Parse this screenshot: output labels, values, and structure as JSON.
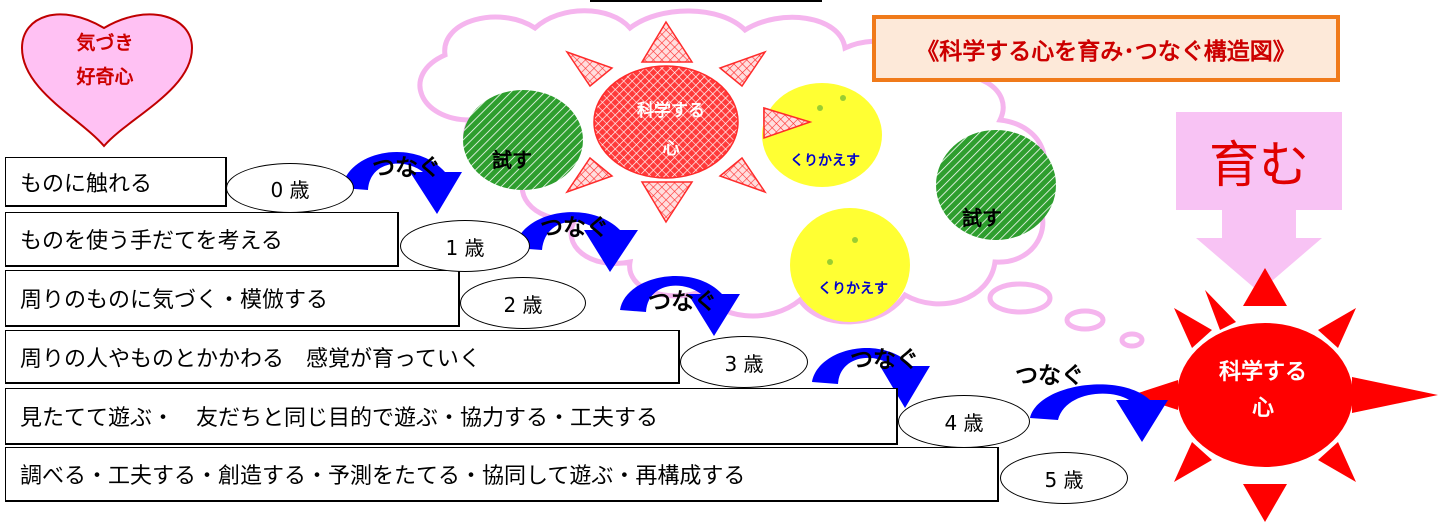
{
  "title": "《科学する心を育み･つなぐ構造図》",
  "heart": {
    "line1": "気づき",
    "line2": "好奇心"
  },
  "sun_small": {
    "line1": "科学する",
    "line2": "心"
  },
  "sun_big": {
    "line1": "科学する",
    "line2": "心"
  },
  "ikumu": "育む",
  "cloud_labels": {
    "tamesu_1": "試す",
    "kurikaesu_1": "くりかえす",
    "tamesu_2": "試す",
    "kurikaesu_2": "くりかえす"
  },
  "tsunagu": "つなぐ",
  "steps": [
    {
      "text": "ものに触れる",
      "age": "0 歳"
    },
    {
      "text": "ものを使う手だてを考える",
      "age": "1 歳"
    },
    {
      "text": "周りのものに気づく・模倣する",
      "age": "2 歳"
    },
    {
      "text": "周りの人やものとかかわる　感覚が育っていく",
      "age": "3 歳"
    },
    {
      "text": "見たてて遊ぶ・　友だちと同じ目的で遊ぶ・協力する・工夫する",
      "age": "4 歳"
    },
    {
      "text": "調べる・工夫する・創造する・予測をたてる・協同して遊ぶ・再構成する",
      "age": "5 歳"
    }
  ],
  "colors": {
    "heart_fill": "#ffc1f3",
    "heart_stroke": "#c00000",
    "cloud_stroke": "#f5b5ee",
    "sun_red": "#ff0000",
    "arrow_blue": "#0000ff",
    "green_oval": "#2e9e2e",
    "yellow_oval": "#ffff33",
    "title_border": "#f07a1a",
    "title_fill": "#fde9d9",
    "ikumu_fill": "#f8c3f4"
  }
}
